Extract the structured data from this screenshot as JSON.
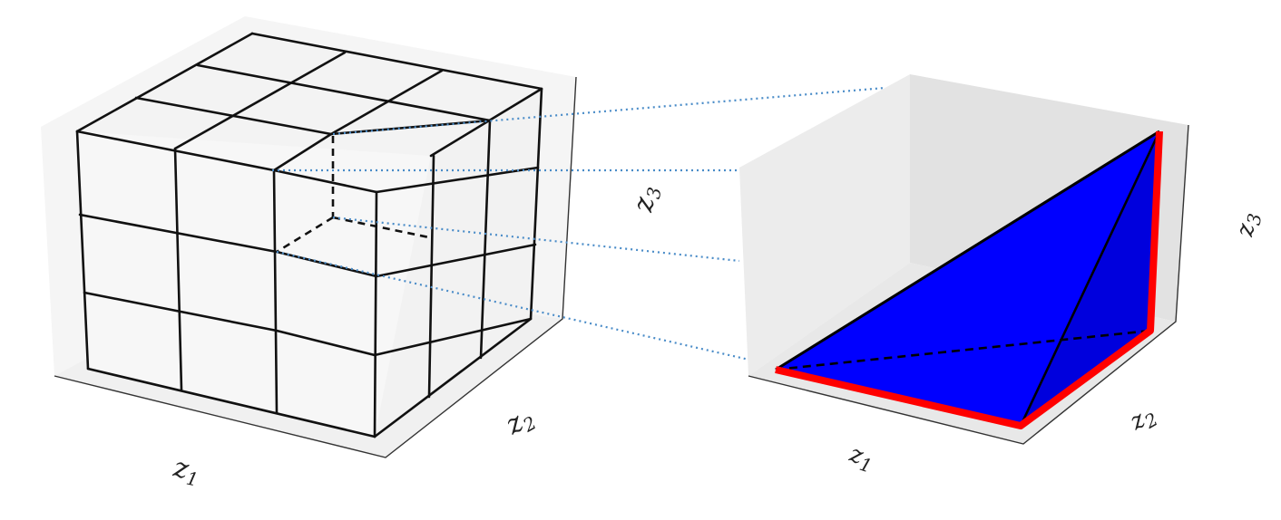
{
  "left_cube": {
    "grid_divisions": 3,
    "axis_labels": {
      "z1": {
        "base": "z",
        "sub": "1"
      },
      "z2": {
        "base": "z",
        "sub": "2"
      },
      "z3": {
        "base": "z",
        "sub": "3"
      }
    },
    "colors": {
      "pane_floor": "#f2f2f2",
      "pane_back": "#f5f5f5",
      "pane_side": "#f0f0f0",
      "cube_face": "#f4f4f4",
      "grid": "#111111"
    }
  },
  "right_simplex": {
    "axis_labels": {
      "z1": {
        "base": "z",
        "sub": "1"
      },
      "z2": {
        "base": "z",
        "sub": "2"
      },
      "z3": {
        "base": "z",
        "sub": "3"
      }
    },
    "colors": {
      "fill": "#0000ff",
      "edge_highlight": "#ff0000",
      "edge": "#000000",
      "pane_back": "#e6e6e6",
      "pane_side": "#ececec",
      "pane_floor": "#e4e4e4"
    }
  },
  "connectors": {
    "count": 4,
    "color": "#4a8cc8"
  }
}
